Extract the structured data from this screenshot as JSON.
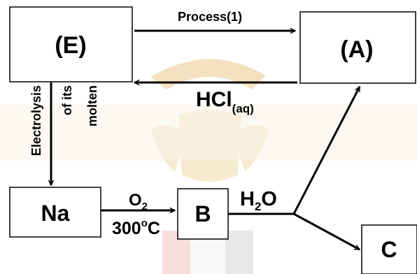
{
  "nodes": {
    "E": "(E)",
    "A": "(A)",
    "Na": "Na",
    "B": "B",
    "C": "C"
  },
  "edges": {
    "process1": "Process(1)",
    "hcl_main": "HCl",
    "hcl_sub": "(aq)",
    "electrolysis_line1": "Electrolysis",
    "electrolysis_line2": "of its",
    "electrolysis_line3": "molten",
    "o2_main": "O",
    "o2_sub": "2",
    "temp_main": "300",
    "temp_sup": "o",
    "temp_unit": "C",
    "water_h": "H",
    "water_sub": "2",
    "water_o": "O"
  },
  "colors": {
    "watermark_gold": "#e9c98a",
    "watermark_red": "#e8a0a0",
    "watermark_gray": "#c8c8c8",
    "ink": "#000000"
  }
}
